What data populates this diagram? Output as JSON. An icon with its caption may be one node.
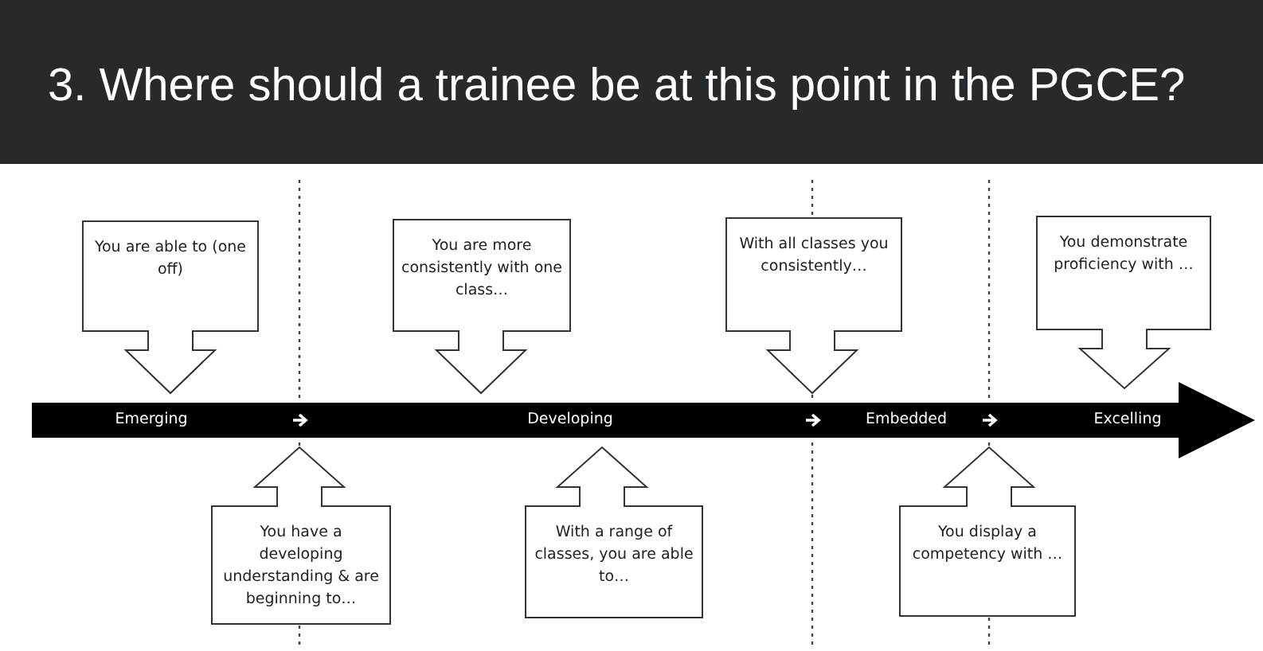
{
  "diagram": {
    "title": "3. Where should a trainee be at this point in the PGCE?",
    "nodes": [
      {
        "text": [
          "You are able to (one off)"
        ]
      },
      {
        "text": [
          "You have a developing understanding & are beginning to…"
        ]
      },
      {
        "text": [
          "You are more consistently with one class…"
        ]
      },
      {
        "text": [
          "With a range of classes, you are able to…"
        ]
      },
      {
        "text": [
          "With all classes you consistently…"
        ]
      },
      {
        "text": [
          "You display a competency with …"
        ]
      },
      {
        "text": [
          "You demonstrate proficiency with …"
        ]
      }
    ],
    "edges": [],
    "labels": [
      "Emerging",
      "Developing",
      "Embedded",
      "Excelling"
    ]
  }
}
